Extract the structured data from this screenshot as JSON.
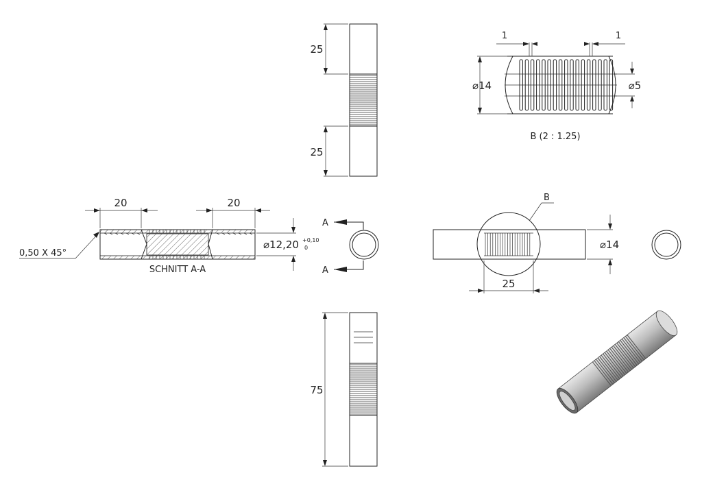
{
  "colors": {
    "line": "#222222",
    "paper": "#ffffff",
    "tube_body": "#b8b8b8",
    "tube_dark": "#555555"
  },
  "top_view": {
    "dim_upper": "25",
    "dim_lower": "25"
  },
  "detail_b": {
    "dim_gap_left": "1",
    "dim_gap_right": "1",
    "dim_outer": "⌀14",
    "dim_inner": "⌀5",
    "caption": "B (2 : 1.25)"
  },
  "section_a": {
    "dim_left": "20",
    "dim_right": "20",
    "chamfer": "0,50 X 45°",
    "dim_bore": "⌀12,20",
    "tol_upper": "+0,10",
    "tol_lower": "0",
    "caption": "SCHNITT A-A"
  },
  "end_view_a": {
    "label_top": "A",
    "label_bottom": "A"
  },
  "front_view": {
    "detail_label": "B",
    "dim_dia": "⌀14",
    "dim_len": "25"
  },
  "bottom_view": {
    "dim_total": "75"
  },
  "iso_view": {
    "icon": "isometric-tube-icon"
  }
}
